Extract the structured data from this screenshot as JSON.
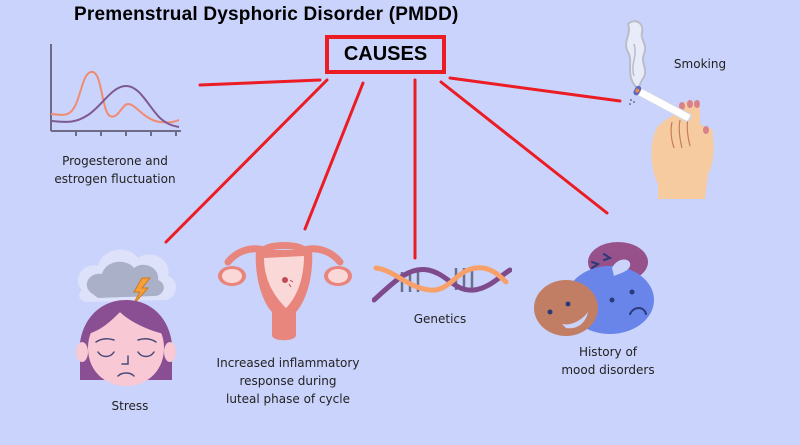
{
  "title": "Premenstrual Dysphoric Disorder (PMDD)",
  "center": {
    "label": "CAUSES"
  },
  "colors": {
    "background": "#cad3fb",
    "connector": "#ec1c24",
    "purple": "#7e4a8c",
    "coral": "#f08a70",
    "orange": "#f8a06a",
    "skin": "#f7cba0",
    "uterus": "#e8857d",
    "blue_face": "#6b86e6"
  },
  "causes": [
    {
      "id": "hormones",
      "label_lines": [
        "Progesterone and",
        "estrogen fluctuation"
      ],
      "icon": "hormone-chart-icon"
    },
    {
      "id": "smoking",
      "label_lines": [
        "Smoking"
      ],
      "icon": "smoking-hand-icon"
    },
    {
      "id": "stress",
      "label_lines": [
        "Stress"
      ],
      "icon": "stressed-face-icon"
    },
    {
      "id": "inflammation",
      "label_lines": [
        "Increased inflammatory",
        "response during",
        "luteal phase of cycle"
      ],
      "icon": "uterus-icon"
    },
    {
      "id": "genetics",
      "label_lines": [
        "Genetics"
      ],
      "icon": "dna-icon"
    },
    {
      "id": "mood",
      "label_lines": [
        "History of",
        "mood disorders"
      ],
      "icon": "mood-faces-icon"
    }
  ]
}
